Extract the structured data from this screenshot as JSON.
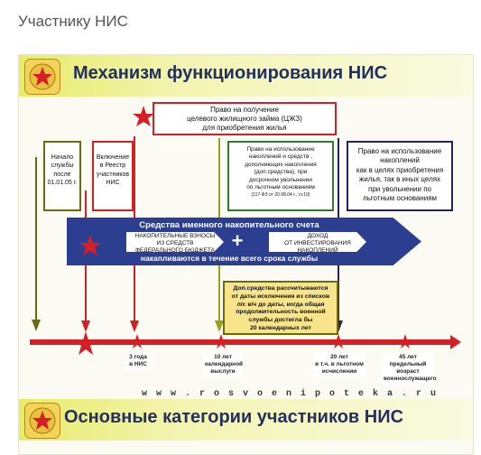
{
  "page": {
    "heading": "Участнику НИС"
  },
  "banner_top": {
    "title": "Механизм функционирования НИС"
  },
  "banner_bottom": {
    "title": "Основные категории участников НИС"
  },
  "boxes": {
    "loan_right": {
      "lines": [
        "Право на получение",
        "целевого жилищного займа (ЦЖЗ)",
        "для приобретения жилья"
      ]
    },
    "service_start": {
      "lines": [
        "Начало",
        "службы",
        "после",
        "01.01.05 г."
      ]
    },
    "registry": {
      "lines": [
        "Включение",
        "в Реестр",
        "участников",
        "НИС"
      ]
    },
    "early_use": {
      "lines": [
        "Право на использование",
        "накоплений и средств ,",
        "дополняющих накопления",
        "(доп.средства), при",
        "досрочном увольнении",
        "по льготным основаниям"
      ],
      "note": "(117-ФЗ от 20.08.04 г., ст.10)"
    },
    "use_right": {
      "lines": [
        "Право на использование",
        "накоплений",
        "как в целях приобретения",
        "жилья, так в иных целях",
        "при увольнении по",
        "льготным основаниям"
      ]
    },
    "extra_funds": {
      "lines": [
        "Доп.средства рассчитываются",
        "от даты исключения из списков",
        "л/с в/ч до даты, когда общая",
        "продолжительность военной",
        "службы достигла бы",
        "20 календарных лет"
      ]
    }
  },
  "account": {
    "title": "Средства именного накопительного счета",
    "left_arrow": [
      "НАКОПИТЕЛЬНЫЕ ВЗНОСЫ",
      "ИЗ СРЕДСТВ",
      "ФЕДЕРАЛЬНОГО БЮДЖЕТА"
    ],
    "plus": "+",
    "right_arrow": [
      "ДОХОД",
      "ОТ ИНВЕСТИРОВАНИЯ",
      "НАКОПЛЕНИЙ"
    ],
    "footer": "накапливаются в течение всего срока службы"
  },
  "milestones": [
    {
      "lines": [
        "3 года",
        "в НИС"
      ]
    },
    {
      "lines": [
        "10 лет",
        "календарной",
        "выслуги"
      ]
    },
    {
      "lines": [
        "20 лет",
        "в т.ч. в льготном",
        "исчислении"
      ]
    },
    {
      "lines": [
        "45 лет",
        "предельный",
        "возраст",
        "военнослужащего"
      ]
    }
  ],
  "website": "w w w . r o s v o e n i p o t e k a . r u",
  "colors": {
    "red": "#d51f27",
    "navy": "#2c3e8f",
    "olive": "#6b6b0e",
    "green": "#2e7d2e",
    "banner": "#e8ec6a"
  },
  "icons": [
    "emblem-icon",
    "red-star-icon",
    "down-arrow-icon"
  ]
}
